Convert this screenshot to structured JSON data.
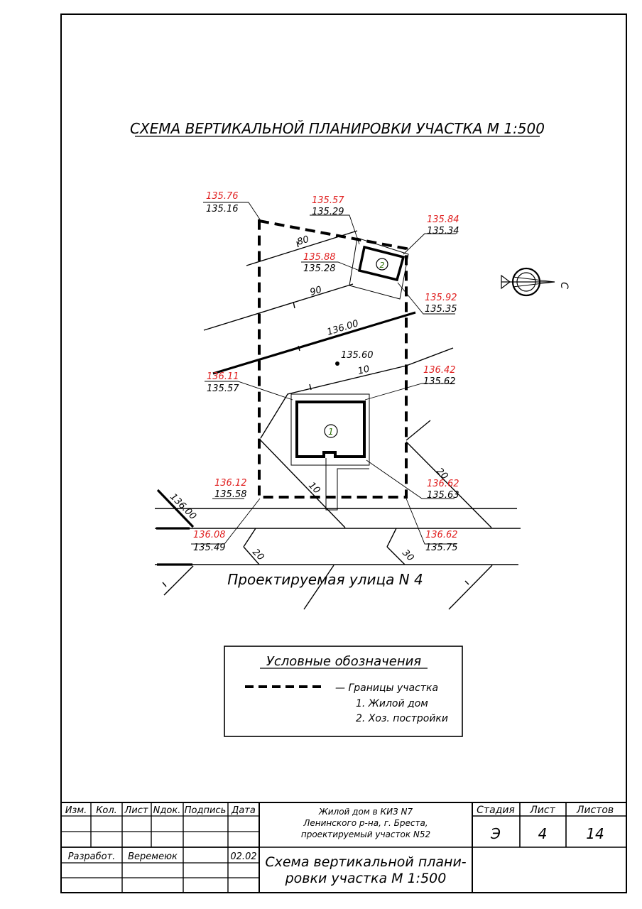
{
  "title": "СХЕМА ВЕРТИКАЛЬНОЙ ПЛАНИРОВКИ УЧАСТКА М 1:500",
  "elevations": {
    "e1": {
      "design": "135.76",
      "existing": "135.16"
    },
    "e2": {
      "design": "135.57",
      "existing": "135.29"
    },
    "e3": {
      "design": "135.84",
      "existing": "135.34"
    },
    "e4": {
      "design": "135.88",
      "existing": "135.28"
    },
    "e5": {
      "design": "135.92",
      "existing": "135.35"
    },
    "e6": {
      "design": "136.11",
      "existing": "135.57"
    },
    "e7": {
      "design": "136.42",
      "existing": "135.62"
    },
    "e8": {
      "design": "136.12",
      "existing": "135.58"
    },
    "e9": {
      "design": "136.62",
      "existing": "135.63"
    },
    "e10": {
      "design": "136.08",
      "existing": "135.49"
    },
    "e11": {
      "design": "136.62",
      "existing": "135.75"
    }
  },
  "spot_elevation": "135.60",
  "contours": {
    "c80": "80",
    "c90": "90",
    "c136": "136.00",
    "c10": "10",
    "c20r": "20",
    "c10b": "10",
    "c136l": "136.00",
    "c20b": "20",
    "c30b": "30"
  },
  "buildings": {
    "house": "1",
    "shed": "2"
  },
  "street_label": "Проектируемая улица N 4",
  "north_label": "С",
  "legend": {
    "title": "Условные обозначения",
    "items": [
      "— Границы участка",
      "1. Жилой дом",
      "2. Хоз. постройки"
    ]
  },
  "stamp": {
    "headers": [
      "Изм.",
      "Кол.",
      "Лист",
      "Nдок.",
      "Подпись",
      "Дата"
    ],
    "project_lines": [
      "Жилой дом в КИЗ N7",
      "Ленинского р-на, г. Бреста,",
      "проектируемый участок N52"
    ],
    "stage_label": "Стадия",
    "sheet_label": "Лист",
    "sheets_label": "Листов",
    "stage": "Э",
    "sheet": "4",
    "sheets": "14",
    "developed_label": "Разработ.",
    "developer": "Веремеюк",
    "date": "02.02",
    "drawing_title_1": "Схема вертикальной плани-",
    "drawing_title_2": "ровки участка М 1:500"
  },
  "colors": {
    "design_elevation": "#e02020",
    "lines": "#000000",
    "circle_text": "#2a6e00"
  }
}
